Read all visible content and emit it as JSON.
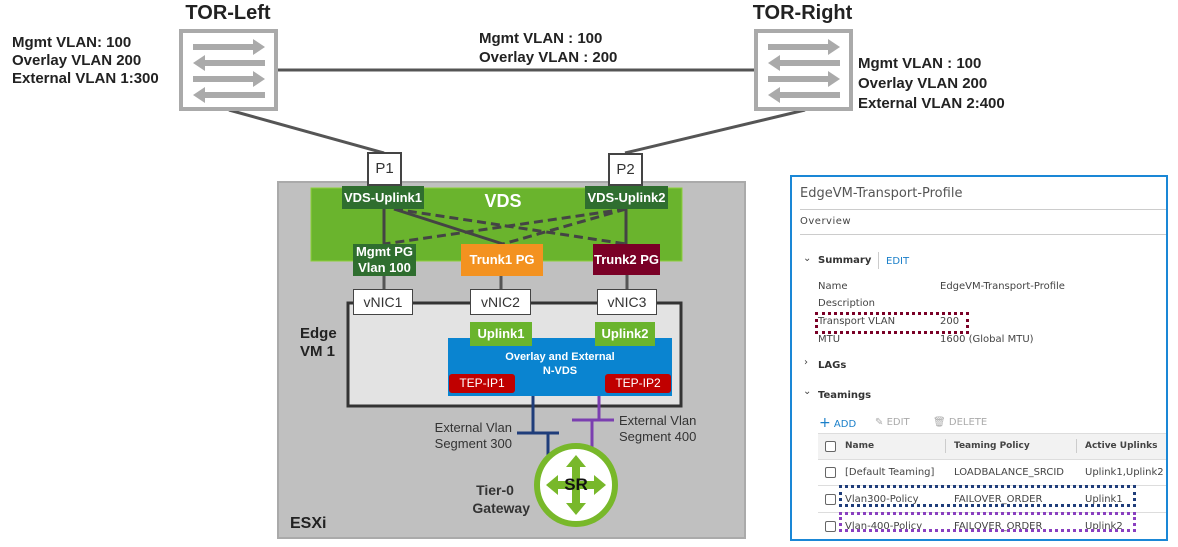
{
  "tor_left": {
    "title": "TOR-Left",
    "lines": [
      "Mgmt VLAN: 100",
      "Overlay VLAN 200",
      "External VLAN 1:300"
    ]
  },
  "tor_right": {
    "title": "TOR-Right",
    "lines": [
      "Mgmt VLAN : 100",
      "Overlay VLAN 200",
      "External VLAN 2:400"
    ]
  },
  "trunk_link": {
    "lines": [
      "Mgmt VLAN : 100",
      "Overlay VLAN : 200"
    ]
  },
  "ports": {
    "p1": "P1",
    "p2": "P2"
  },
  "vds": {
    "label": "VDS",
    "uplink1": "VDS-Uplink1",
    "uplink2": "VDS-Uplink2"
  },
  "portgroups": {
    "mgmt": [
      "Mgmt PG",
      "Vlan 100"
    ],
    "trunk1": "Trunk1 PG",
    "trunk2": "Trunk2 PG"
  },
  "vnics": [
    "vNIC1",
    "vNIC2",
    "vNIC3"
  ],
  "edge": {
    "label": [
      "Edge",
      "VM 1"
    ],
    "uplink1": "Uplink1",
    "uplink2": "Uplink2",
    "nvds": [
      "Overlay and External",
      "N-VDS"
    ],
    "tep1": "TEP-IP1",
    "tep2": "TEP-IP2"
  },
  "segments": {
    "s300": [
      "External Vlan",
      "Segment 300"
    ],
    "s400": [
      "External Vlan",
      "Segment 400"
    ]
  },
  "gateway": {
    "label": [
      "Tier-0",
      "Gateway"
    ],
    "icon_text": "SR"
  },
  "host": "ESXi",
  "colors": {
    "vds_green": "#6ab42d",
    "dark_green": "#2f6e2f",
    "orange": "#f39220",
    "maroon": "#7a0026",
    "nvds_blue": "#0a84d0",
    "tep_red": "#c00000",
    "seg300": "#1f3d7a",
    "seg400": "#7b3fb0"
  },
  "profile": {
    "title": "EdgeVM-Transport-Profile",
    "tab": "Overview",
    "summary": {
      "heading": "Summary",
      "edit": "EDIT",
      "rows": [
        {
          "k": "Name",
          "v": "EdgeVM-Transport-Profile"
        },
        {
          "k": "Description",
          "v": ""
        },
        {
          "k": "Transport VLAN",
          "v": "200"
        },
        {
          "k": "MTU",
          "v": "1600 (Global MTU)"
        }
      ]
    },
    "lags": "LAGs",
    "teamings": {
      "heading": "Teamings",
      "add": "ADD",
      "edit": "EDIT",
      "delete": "DELETE",
      "columns": [
        "Name",
        "Teaming Policy",
        "Active Uplinks"
      ],
      "rows": [
        [
          "[Default Teaming]",
          "LOADBALANCE_SRCID",
          "Uplink1,Uplink2"
        ],
        [
          "Vlan300-Policy",
          "FAILOVER_ORDER",
          "Uplink1"
        ],
        [
          "Vlan-400-Policy",
          "FAILOVER_ORDER",
          "Uplink2"
        ]
      ]
    }
  }
}
